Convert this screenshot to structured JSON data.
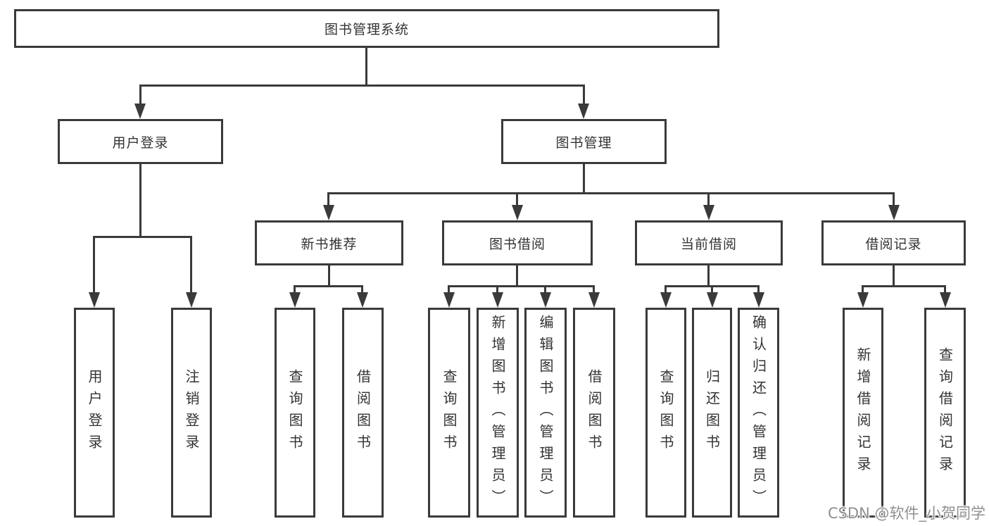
{
  "diagram": {
    "root": {
      "label": "图书管理系统"
    },
    "level2": {
      "user_login": {
        "label": "用户登录"
      },
      "book_management": {
        "label": "图书管理"
      }
    },
    "level3": {
      "new_book_recommend": {
        "label": "新书推荐"
      },
      "book_borrow": {
        "label": "图书借阅"
      },
      "current_borrow": {
        "label": "当前借阅"
      },
      "borrow_records": {
        "label": "借阅记录"
      }
    },
    "leaves": {
      "login_1": {
        "label": "用户登录"
      },
      "login_2": {
        "label": "注销登录"
      },
      "recommend_1": {
        "label": "查询图书"
      },
      "recommend_2": {
        "label": "借阅图书"
      },
      "borrow_1": {
        "label": "查询图书"
      },
      "borrow_2": {
        "label": "新增图书（管理员）"
      },
      "borrow_3": {
        "label": "编辑图书（管理员）"
      },
      "borrow_4": {
        "label": "借阅图书"
      },
      "current_1": {
        "label": "查询图书"
      },
      "current_2": {
        "label": "归还图书"
      },
      "current_3": {
        "label": "确认归还（管理员）"
      },
      "records_1": {
        "label": "新增借阅记录"
      },
      "records_2": {
        "label": "查询借阅记录"
      }
    }
  },
  "watermark": {
    "text": "CSDN @软件_小贺同学"
  },
  "colors": {
    "line": "#3a3a3a",
    "text": "#333333",
    "background": "#ffffff",
    "watermark": "#8f8f8f"
  }
}
